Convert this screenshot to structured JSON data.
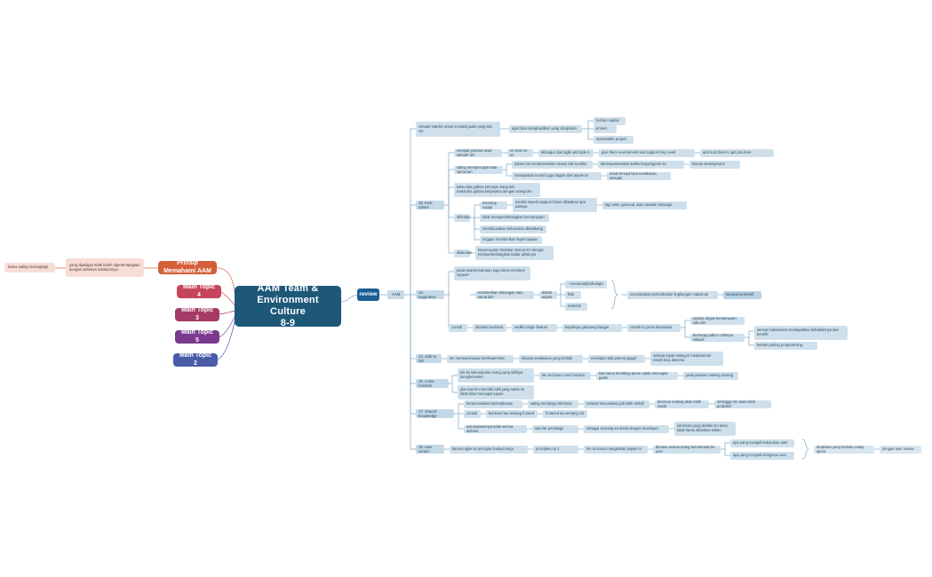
{
  "meta": {
    "title": "AAM Team & Environment Culture 8-9 mind map",
    "colors": {
      "root_bg": "#1d5878",
      "review_bg": "#1a5e96",
      "branch_blue": "#cfe0ec",
      "left_pale": "#f7ddd6",
      "prinsip": "#d4603a",
      "topic4": "#c6455c",
      "topic3": "#a43a66",
      "topic5": "#7b3a8e",
      "topic2": "#4a5ba8",
      "link_blue": "#7fa9c6",
      "link_orange": "#d4603a",
      "link_pink": "#c6455c",
      "link_magenta": "#a43a66",
      "link_purple": "#7b3a8e",
      "link_indigo": "#4a5ba8"
    }
  },
  "root": {
    "label": "AAM Team &\nEnvironment Culture\n8-9"
  },
  "left": {
    "prinsip": {
      "label": "Prinsip Memahami AAM"
    },
    "prinsip_child": {
      "label": "yang dipelajari tidak boleh dipertentangkan dengan sebelum sebelumnya"
    },
    "prinsip_grandchild": {
      "label": "harus saling melengkapi"
    },
    "topics": [
      {
        "label": "Main Topic 4"
      },
      {
        "label": "Main Topic 3"
      },
      {
        "label": "Main Topic 5"
      },
      {
        "label": "Main Topic 2"
      }
    ]
  },
  "right": {
    "review": {
      "label": "review"
    },
    "aam": {
      "label": "AAM"
    },
    "matrix": {
      "label": "sebuah matriks untuk menjadi goals yang kita set",
      "child": {
        "label": "agar bisa menghasilkan yang diinginkan"
      },
      "leaves": [
        {
          "label": "human capital"
        },
        {
          "label": "proses"
        },
        {
          "label": "sustainable project"
        }
      ]
    },
    "branches": [
      {
        "id": "trust-others",
        "label": "15. trust others",
        "children": [
          {
            "label": "menjadi pondasi awal sebuah tim",
            "chain": [
              {
                "label": "no trust no us"
              },
              {
                "label": "dibangun dari agile principle 5"
              },
              {
                "label": "give them environment and support they need"
              },
              {
                "label": "and trust them to get job done"
              }
            ]
          },
          {
            "label": "saling mempercayai satu sama lain",
            "subs": [
              {
                "label": "dalam hal mentransisikan situasi dan kondisi",
                "chain": [
                  {
                    "label": "ditransparansikan ketika berpengaruh ke"
                  },
                  {
                    "label": "kinerja development"
                  }
                ]
              },
              {
                "label": "melepaskan kontrol juga bagian dari aspek ini",
                "chain": [
                  {
                    "label": "untuk timnya bisa melakukan sesuatu"
                  }
                ]
              }
            ]
          },
          {
            "label": "kalau kita gabisa percaya orang lain\nmaka kita gabisa kerjasama dengan orang lain"
          },
          {
            "label": "dihindari",
            "subs": [
              {
                "label": "menutup nutupi",
                "chain": [
                  {
                    "label": "kondisi seperti apapun harus dikatakan apa adanya"
                  },
                  {
                    "label": "lagi sakit, gamood, ada masalah keluarga"
                  }
                ]
              },
              {
                "label": "tidak mempertimbangkan kemampuan"
              },
              {
                "label": "membicarakan keburukan dibelakang"
              },
              {
                "label": "enggan memberikan kepercayaan"
              }
            ]
          },
          {
            "label": "dilakukan",
            "subs": [
              {
                "label": "kepercayaan tersebar semua tim dengan mempertimbangkan kadar pihaknya"
              }
            ]
          }
        ]
      },
      {
        "id": "supportive",
        "label": "14. supportive",
        "top_note": {
          "label": "pada saat bersamaan juga harus memberi support"
        },
        "children": [
          {
            "label": "memberikan dukungan satu sama lain",
            "chain": [
              {
                "label": "dalam aspek"
              }
            ],
            "aspects": [
              {
                "label": "- emosional/psikologis"
              },
              {
                "label": "fisik"
              },
              {
                "label": "material"
              }
            ],
            "after_brace": [
              {
                "label": "menciptakan pertumbuhan lingkungan maksimal"
              },
              {
                "label": "kerjasama efektif"
              }
            ]
          },
          {
            "label": "contoh",
            "chain": [
              {
                "label": "dibatasi backlook"
              },
              {
                "label": "sedikit single feature"
              },
              {
                "label": "kayaknya gampang banget"
              },
              {
                "label": "contoh itu perlu dievaluasi"
              }
            ],
            "eval_children": [
              {
                "label": "ngukur degan kemampuan satu tim"
              },
              {
                "label": "berharap pdbi in sifatnya inklusif",
                "subs": [
                  {
                    "label": "semua mahasiswa mendapatkan kebaikannya dan benefit"
                  },
                  {
                    "label": "bentuk pairing programming"
                  }
                ]
              }
            ]
          }
        ]
      },
      {
        "id": "safe-to-fail",
        "label": "13. safe to fail",
        "chain": [
          {
            "label": "tim merasa leluasa bereksperimen"
          },
          {
            "label": "leluasa melakukan yang terbaik"
          },
          {
            "label": "meskipun ada potensi gagal"
          },
          {
            "label": "selama tujuan kategori fundamental masih bisa diterima"
          }
        ]
      },
      {
        "id": "cross-function",
        "label": "16. cross function",
        "children": [
          {
            "label": "tim itu sekumpulan orang yang skillnya komplementer",
            "chain": [
              {
                "label": "tim itu harus cross function"
              },
              {
                "label": "kita harus membagi peran untuk mencapai goals"
              },
              {
                "label": "pada passion masing masing"
              }
            ]
          },
          {
            "label": "jika satu tim memiliki skill yang sama itu tidak bisa mencapai tujuan"
          }
        ]
      },
      {
        "id": "shared-knowledge",
        "label": "17. shared knowledge",
        "children": [
          {
            "label": "berkomunikasi berkolaborasi",
            "chain": [
              {
                "label": "saling membagi informasi"
              },
              {
                "label": "mebuat komunikasi jadi lebih efektif"
              },
              {
                "label": "desicion making akan lebih cepat"
              },
              {
                "label": "sehingga tim akan lebih produktif"
              }
            ]
          },
          {
            "label": "contoh",
            "chain": [
              {
                "label": "backend tau tentang fronted"
              },
              {
                "label": "fronteed tau tentang UX"
              }
            ]
          },
          {
            "label": "ada batasannya tidak semua dishare",
            "chain": [
              {
                "label": "ada fair previliage"
              },
              {
                "label": "sebagai seorang sm beda dengan developer"
              },
              {
                "label": "informasi yang dimiliki sm tentu tidak harus diberikan kelain"
              }
            ]
          }
        ]
      },
      {
        "id": "user-centric",
        "label": "18. user centric",
        "chain": [
          {
            "label": "karena agile itu principle budaya kerja"
          },
          {
            "label": "principles no 1"
          },
          {
            "label": "tim itu harus mengistirati aspek ini"
          },
          {
            "label": "dimana semua orang berorientasi ke user"
          }
        ],
        "pair": [
          {
            "label": "apa yang menjadi kebutuhan user"
          },
          {
            "label": "apa yang menjadi keinginan user"
          }
        ],
        "after_brace": [
          {
            "label": "divalidasi yang berkala setiap sprint"
          },
          {
            "label": "dengan user review"
          }
        ]
      }
    ]
  }
}
